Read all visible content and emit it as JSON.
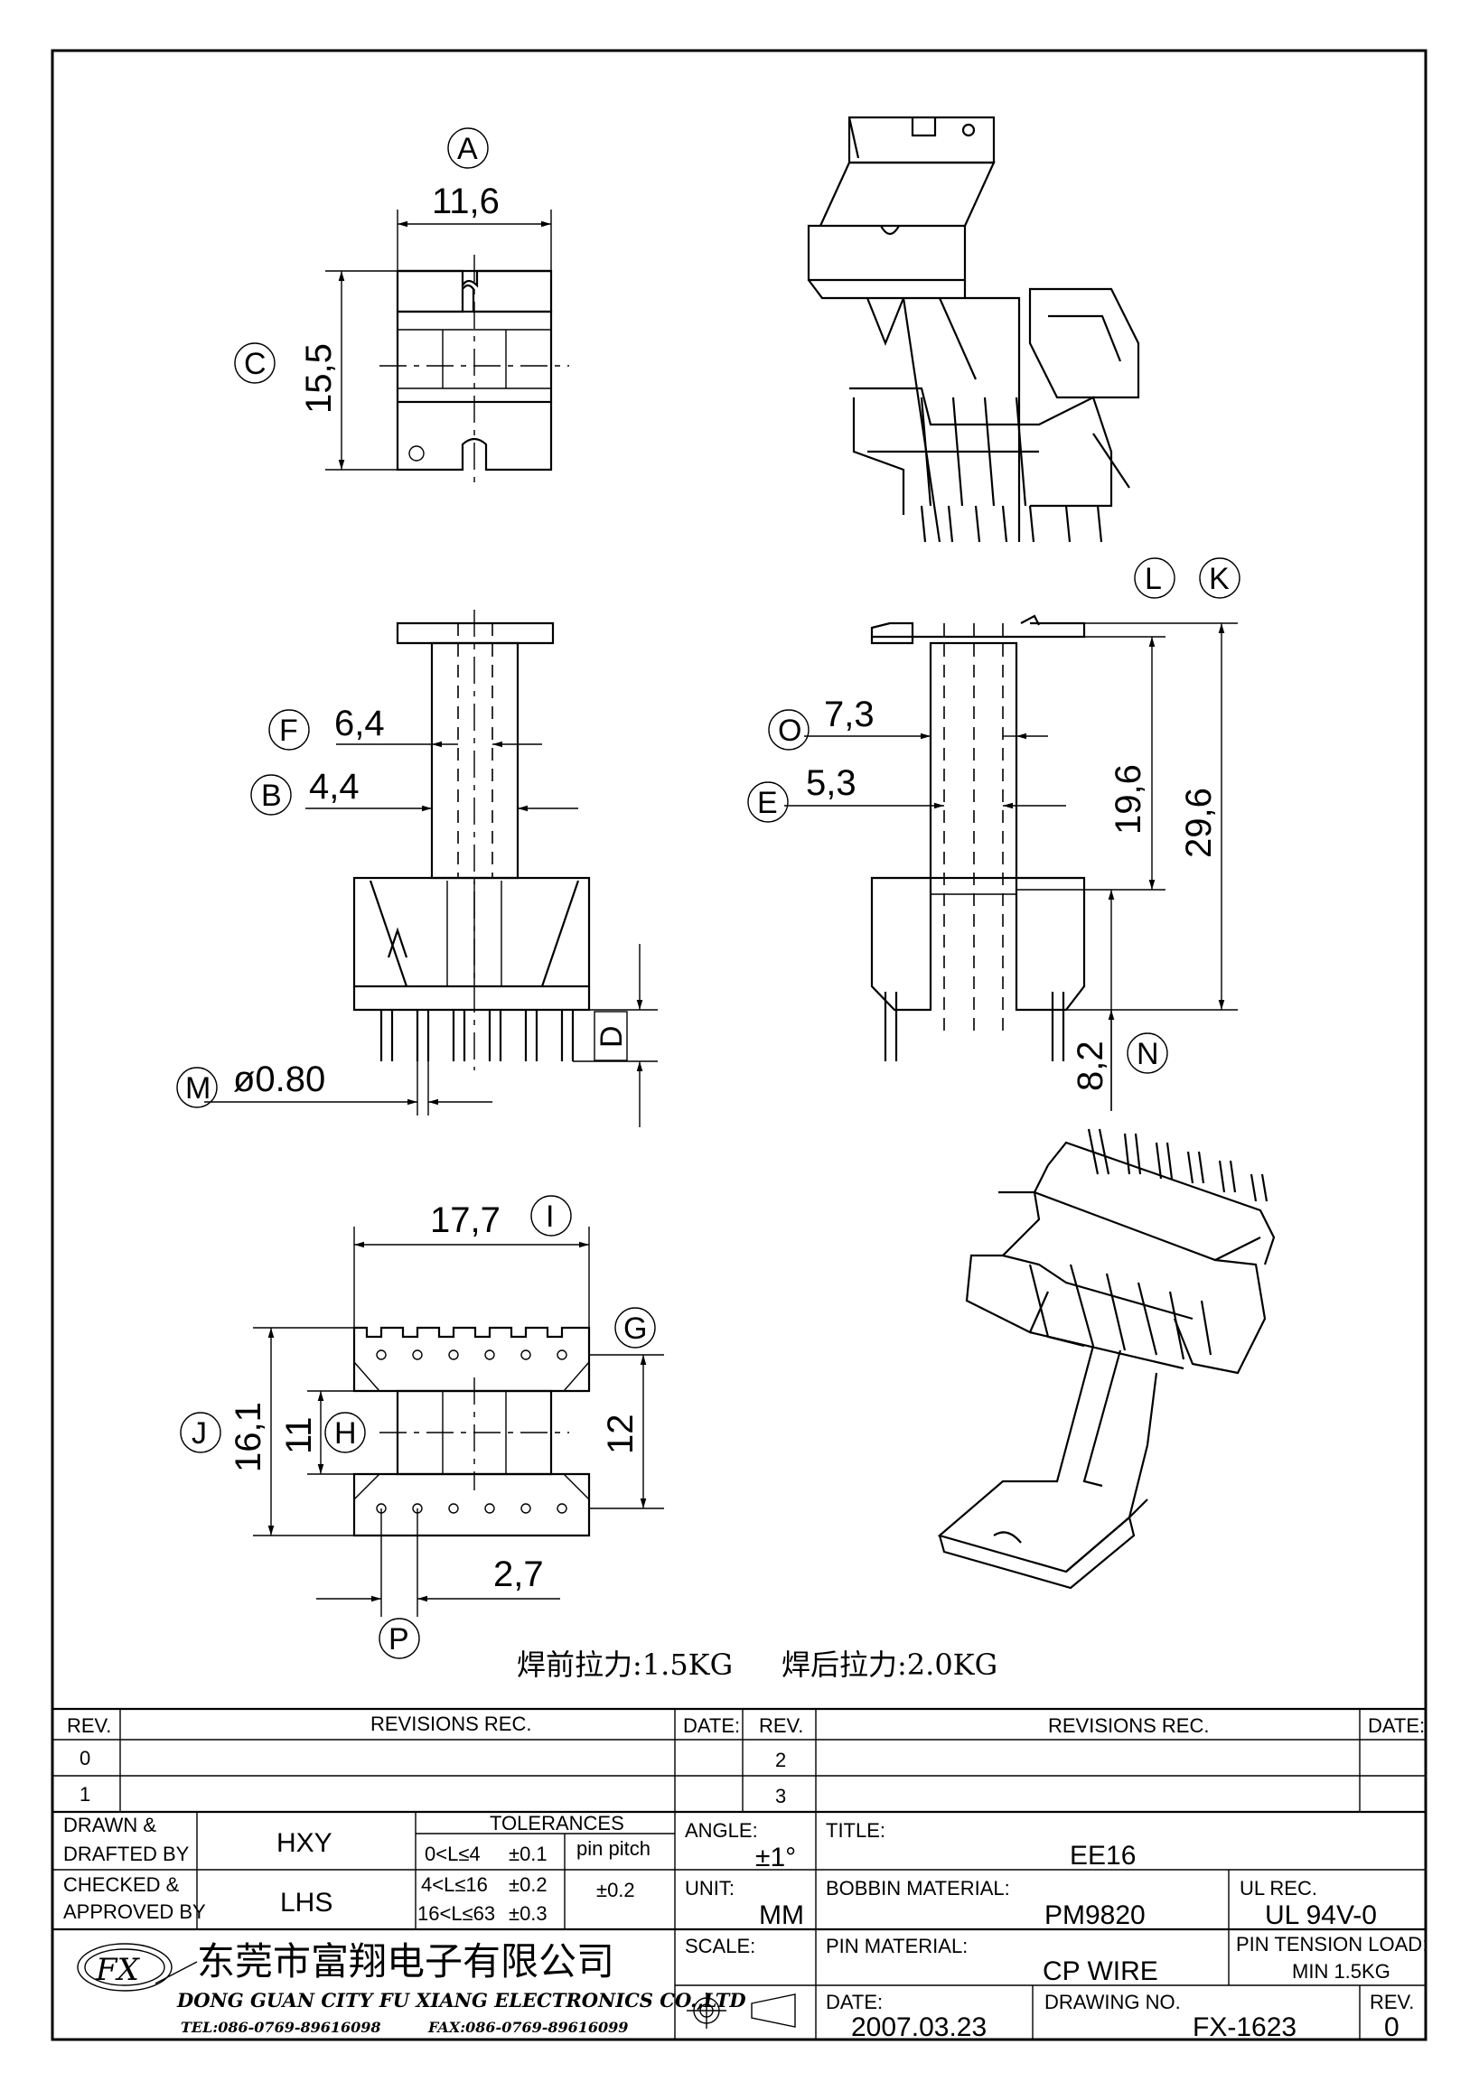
{
  "dimensions": {
    "a_value": "11,6",
    "c_value": "15,5",
    "f_value": "6,4",
    "b_value": "4,4",
    "m_value": "ø0.80",
    "o_value": "7,3",
    "e_value": "5,3",
    "l_value": "19,6",
    "k_value": "29,6",
    "n_value": "8,2",
    "i_value": "17,7",
    "j_value": "16,1",
    "h_value": "11",
    "g_value": "12",
    "p_value": "2,7"
  },
  "callouts": {
    "a": "A",
    "c": "C",
    "f": "F",
    "b": "B",
    "m": "M",
    "d": "D",
    "l": "L",
    "k": "K",
    "o": "O",
    "e": "E",
    "n": "N",
    "i": "I",
    "g": "G",
    "j": "J",
    "h": "H",
    "p": "P"
  },
  "pull_note": {
    "before": "焊前拉力:1.5KG",
    "after": "焊后拉力:2.0KG"
  },
  "revisions": {
    "rev_header": "REV.",
    "rec_header": "REVISIONS   REC.",
    "date_header": "DATE:",
    "rows_left": [
      "0",
      "1"
    ],
    "rows_right": [
      "2",
      "3"
    ]
  },
  "title_block": {
    "drawn_label": "DRAWN &\nDRAFTED BY",
    "drawn_line1": "DRAWN &",
    "drawn_line2": "DRAFTED BY",
    "drawn_value": "HXY",
    "checked_line1": "CHECKED &",
    "checked_line2": "APPROVED BY",
    "checked_value": "LHS",
    "tolerances_label": "TOLERANCES",
    "tol_rows": [
      {
        "range": "0<L≤4",
        "value": "±0.1"
      },
      {
        "range": "4<L≤16",
        "value": "±0.2"
      },
      {
        "range": "16<L≤63",
        "value": "±0.3"
      }
    ],
    "pin_pitch_label": "pin pitch",
    "pin_pitch_value": "±0.2",
    "angle_label": "ANGLE:",
    "angle_value": "±1°",
    "unit_label": "UNIT:",
    "unit_value": "MM",
    "scale_label": "SCALE:",
    "title_label": "TITLE:",
    "title_value": "EE16",
    "bobbin_label": "BOBBIN MATERIAL:",
    "bobbin_value": "PM9820",
    "ul_label": "UL REC.",
    "ul_value": "UL 94V-0",
    "pin_material_label": "PIN MATERIAL:",
    "pin_material_value": "CP WIRE",
    "pin_tension_label": "PIN TENSION LOAD:",
    "pin_tension_value": "MIN 1.5KG",
    "date_label": "DATE:",
    "date_value": "2007.03.23",
    "drawing_no_label": "DRAWING NO.",
    "drawing_no_value": "FX-1623",
    "rev_label": "REV.",
    "rev_value": "0"
  },
  "company": {
    "logo": "FX",
    "name_cn": "东莞市富翔电子有限公司",
    "name_en": "DONG GUAN CITY FU XIANG ELECTRONICS CO.,LTD",
    "tel": "TEL:086-0769-89616098",
    "fax": "FAX:086-0769-89616099"
  }
}
